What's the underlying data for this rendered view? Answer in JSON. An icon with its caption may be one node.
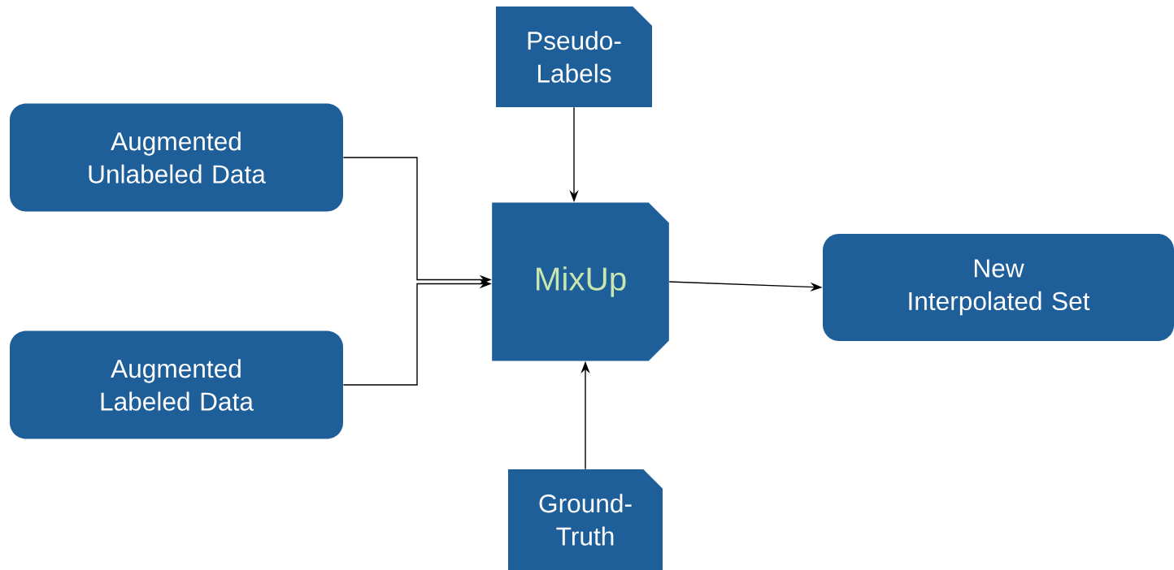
{
  "diagram": {
    "nodes": [
      {
        "text": [
          "Augmented Unlabeled Data"
        ]
      },
      {
        "text": [
          "Augmented Labeled Data"
        ]
      },
      {
        "text": [
          "Pseudo-Labels"
        ]
      },
      {
        "text": [
          "MixUp"
        ]
      },
      {
        "text": [
          "Ground-Truth"
        ]
      },
      {
        "text": [
          "New Interpolated Set"
        ]
      }
    ],
    "edges": [
      {
        "from": 0,
        "to": 3,
        "arrow": "to"
      },
      {
        "from": 1,
        "to": 3,
        "arrow": "to"
      },
      {
        "from": 2,
        "to": 3,
        "arrow": "to"
      },
      {
        "from": 4,
        "to": 3,
        "arrow": "to"
      },
      {
        "from": 3,
        "to": 5,
        "arrow": "to"
      }
    ]
  }
}
